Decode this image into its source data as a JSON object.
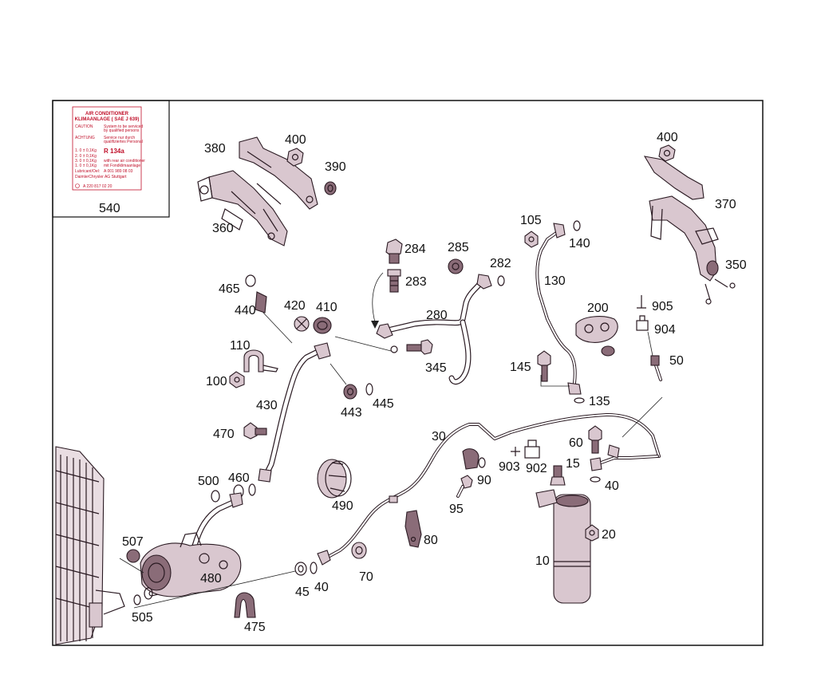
{
  "diagram": {
    "callouts": [
      "540",
      "380",
      "400",
      "390",
      "360",
      "400",
      "370",
      "350",
      "105",
      "140",
      "130",
      "285",
      "282",
      "284",
      "283",
      "280",
      "465",
      "440",
      "420",
      "410",
      "200",
      "905",
      "904",
      "110",
      "100",
      "345",
      "145",
      "135",
      "50",
      "443",
      "445",
      "430",
      "470",
      "30",
      "60",
      "903",
      "902",
      "15",
      "40",
      "500",
      "460",
      "490",
      "90",
      "95",
      "80",
      "507",
      "480",
      "505",
      "45",
      "40",
      "70",
      "10",
      "20",
      "475"
    ],
    "label_card": {
      "heading_line1": "AIR CONDITIONER",
      "heading_line2": "KLIMAANLAGE ( SAE J 639)",
      "caution": "CAUTION",
      "caution_text_1": "System to be serviced",
      "caution_text_2": "by qualified persons",
      "achtung": "ACHTUNG",
      "achtung_text_1": "Service nur durch",
      "achtung_text_2": "qualifiziertes Personal",
      "refrigerant": "R 134a",
      "rows": [
        "1. 0 ± 0,1Kg",
        "2. 0 ± 0,1Kg",
        "3. 0 ± 0,1Kg",
        "1. 0 ± 0,1Kg"
      ],
      "row_notes": [
        "",
        "",
        "with rear air conditioner",
        "mit Fondklimaanlage"
      ],
      "lubricant_label": "Lubricant/Oel:",
      "lubricant_value": "A 001 989 08 03",
      "manufacturer": "DaimlerChrysler AG Stuttgart",
      "part_number": "A 220 817 02 20"
    }
  },
  "colors": {
    "ink": "#2a1a22",
    "label_red": "#c0102a",
    "part_fill": "#d9c7cf",
    "frame": "#111111"
  }
}
